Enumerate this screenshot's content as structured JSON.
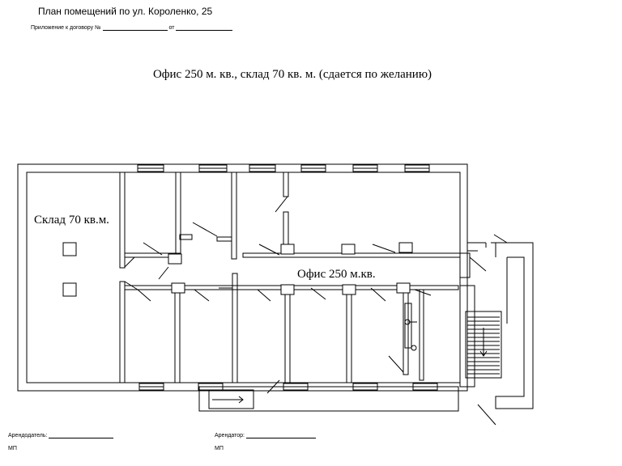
{
  "document": {
    "title": "План помещений по ул. Короленко, 25",
    "contract_prefix": "Приложение к договору №",
    "contract_mid": "от",
    "headline": "Офис 250 м. кв., склад 70 кв. м. (сдается по желанию)"
  },
  "plan": {
    "warehouse_label": "Склад 70 кв.м.",
    "office_label": "Офис 250 м.кв."
  },
  "signatures": {
    "landlord_label": "Арендодатель:",
    "tenant_label": "Арендатор:",
    "stamp_label_left": "МП",
    "stamp_label_right": "МП"
  },
  "colors": {
    "line": "#000000",
    "background": "#ffffff"
  }
}
